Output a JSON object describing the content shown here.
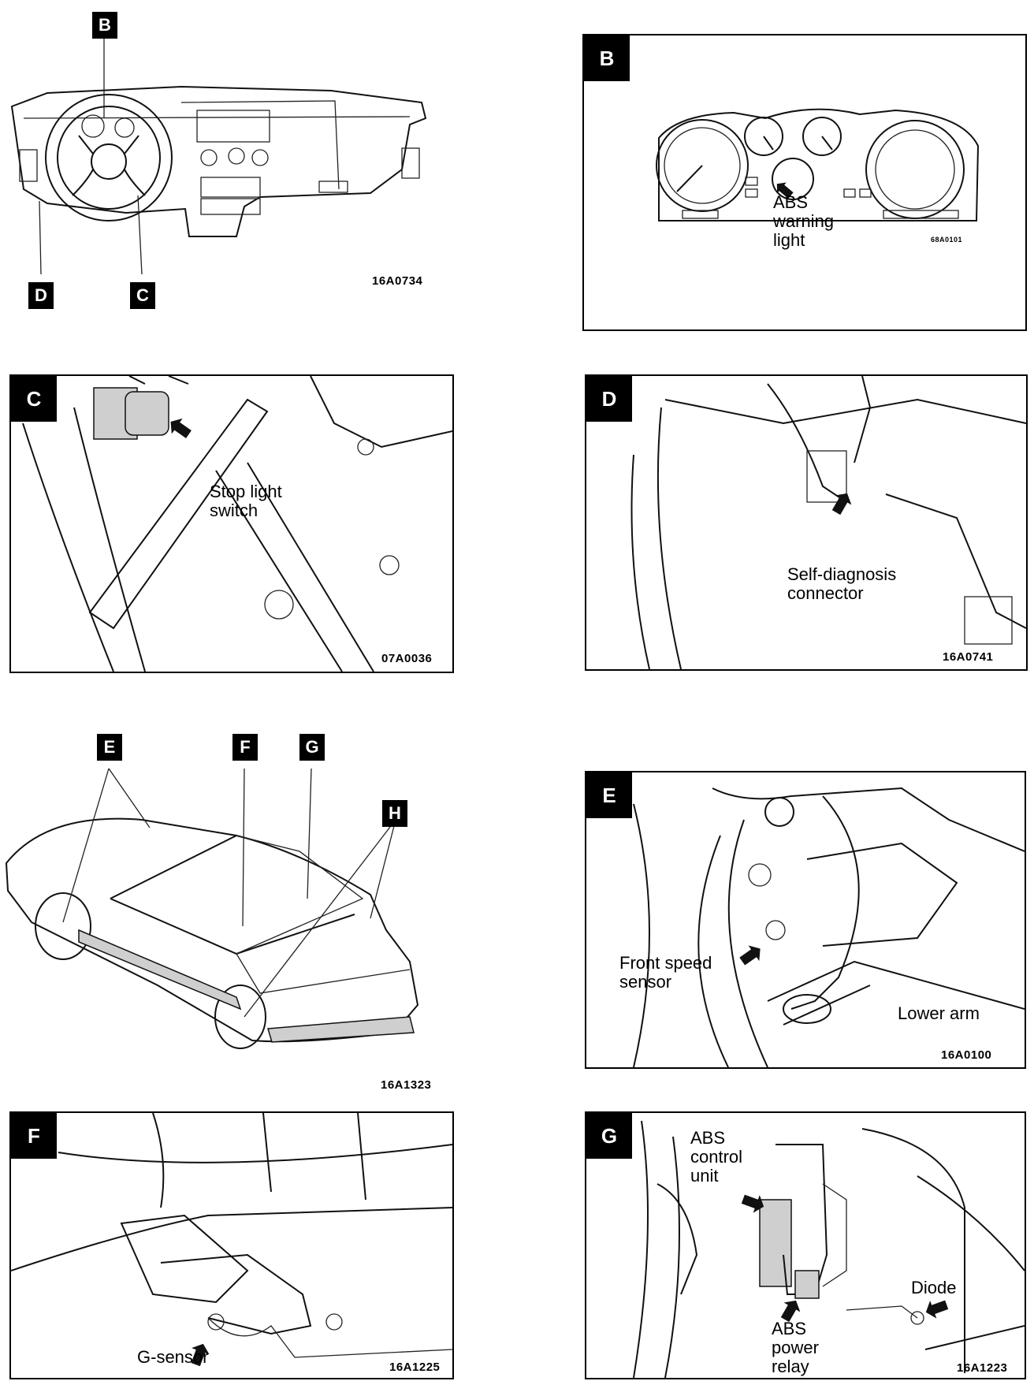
{
  "overview_dash": {
    "fig": "16A0734",
    "callouts": [
      "B",
      "C",
      "D"
    ]
  },
  "panel_b": {
    "letter": "B",
    "caption": "ABS\nwarning\nlight",
    "fig": "68A0101"
  },
  "panel_c": {
    "letter": "C",
    "caption": "Stop light\nswitch",
    "fig": "07A0036"
  },
  "panel_d": {
    "letter": "D",
    "caption": "Self-diagnosis\nconnector",
    "fig": "16A0741"
  },
  "overview_car": {
    "fig": "16A1323",
    "callouts": [
      "E",
      "F",
      "G",
      "H"
    ]
  },
  "panel_e": {
    "letter": "E",
    "caption_sensor": "Front speed\nsensor",
    "caption_arm": "Lower arm",
    "fig": "16A0100"
  },
  "panel_f": {
    "letter": "F",
    "caption": "G-sensor",
    "fig": "16A1225"
  },
  "panel_g": {
    "letter": "G",
    "caption_unit": "ABS\ncontrol\nunit",
    "caption_relay": "ABS\npower\nrelay",
    "caption_diode": "Diode",
    "fig": "16A1223"
  }
}
